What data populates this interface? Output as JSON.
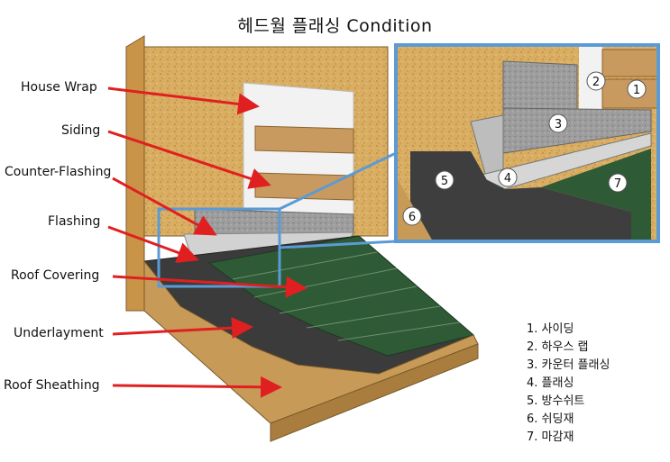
{
  "title": "헤드월 플래싱 Condition",
  "labels": {
    "house_wrap": "House Wrap",
    "siding": "Siding",
    "counter_flashing": "Counter-Flashing",
    "flashing": "Flashing",
    "roof_covering": "Roof Covering",
    "underlayment": "Underlayment",
    "roof_sheathing": "Roof Sheathing"
  },
  "markers": [
    "1",
    "2",
    "3",
    "4",
    "5",
    "6",
    "7"
  ],
  "legend": [
    "1. 사이딩",
    "2. 하우스 랩",
    "3. 카운터 플래싱",
    "4. 플래싱",
    "5. 방수쉬트",
    "6. 쉬딩재",
    "7. 마감재"
  ],
  "colors": {
    "wall_osb": "#d8ad5f",
    "house_wrap": "#f2f2f2",
    "siding": "#c99a5f",
    "counter_flashing": "#9a9a9a",
    "flashing": "#c8c8c8",
    "underlayment": "#3b3b3b",
    "shingle": "#2f5a36",
    "sheathing": "#c89a57",
    "arrow": "#e02020",
    "callout": "#5b9bd5"
  }
}
